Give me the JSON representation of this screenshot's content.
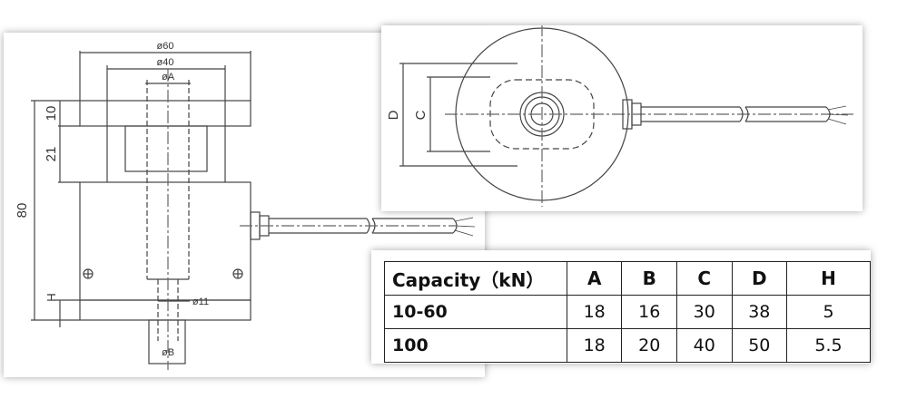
{
  "side_view": {
    "dim_outer_dia": "ø60",
    "dim_inner_dia": "ø40",
    "dim_a": "øA",
    "dim_10": "10",
    "dim_21": "21",
    "dim_80": "80",
    "dim_h": "H",
    "dim_11": "ø11",
    "dim_b": "øB"
  },
  "top_view": {
    "dim_d": "D",
    "dim_c": "C"
  },
  "table": {
    "headers": [
      "Capacity（kN）",
      "A",
      "B",
      "C",
      "D",
      "H"
    ],
    "rows": [
      [
        "10-60",
        "18",
        "16",
        "30",
        "38",
        "5"
      ],
      [
        "100",
        "18",
        "20",
        "40",
        "50",
        "5.5"
      ]
    ]
  }
}
